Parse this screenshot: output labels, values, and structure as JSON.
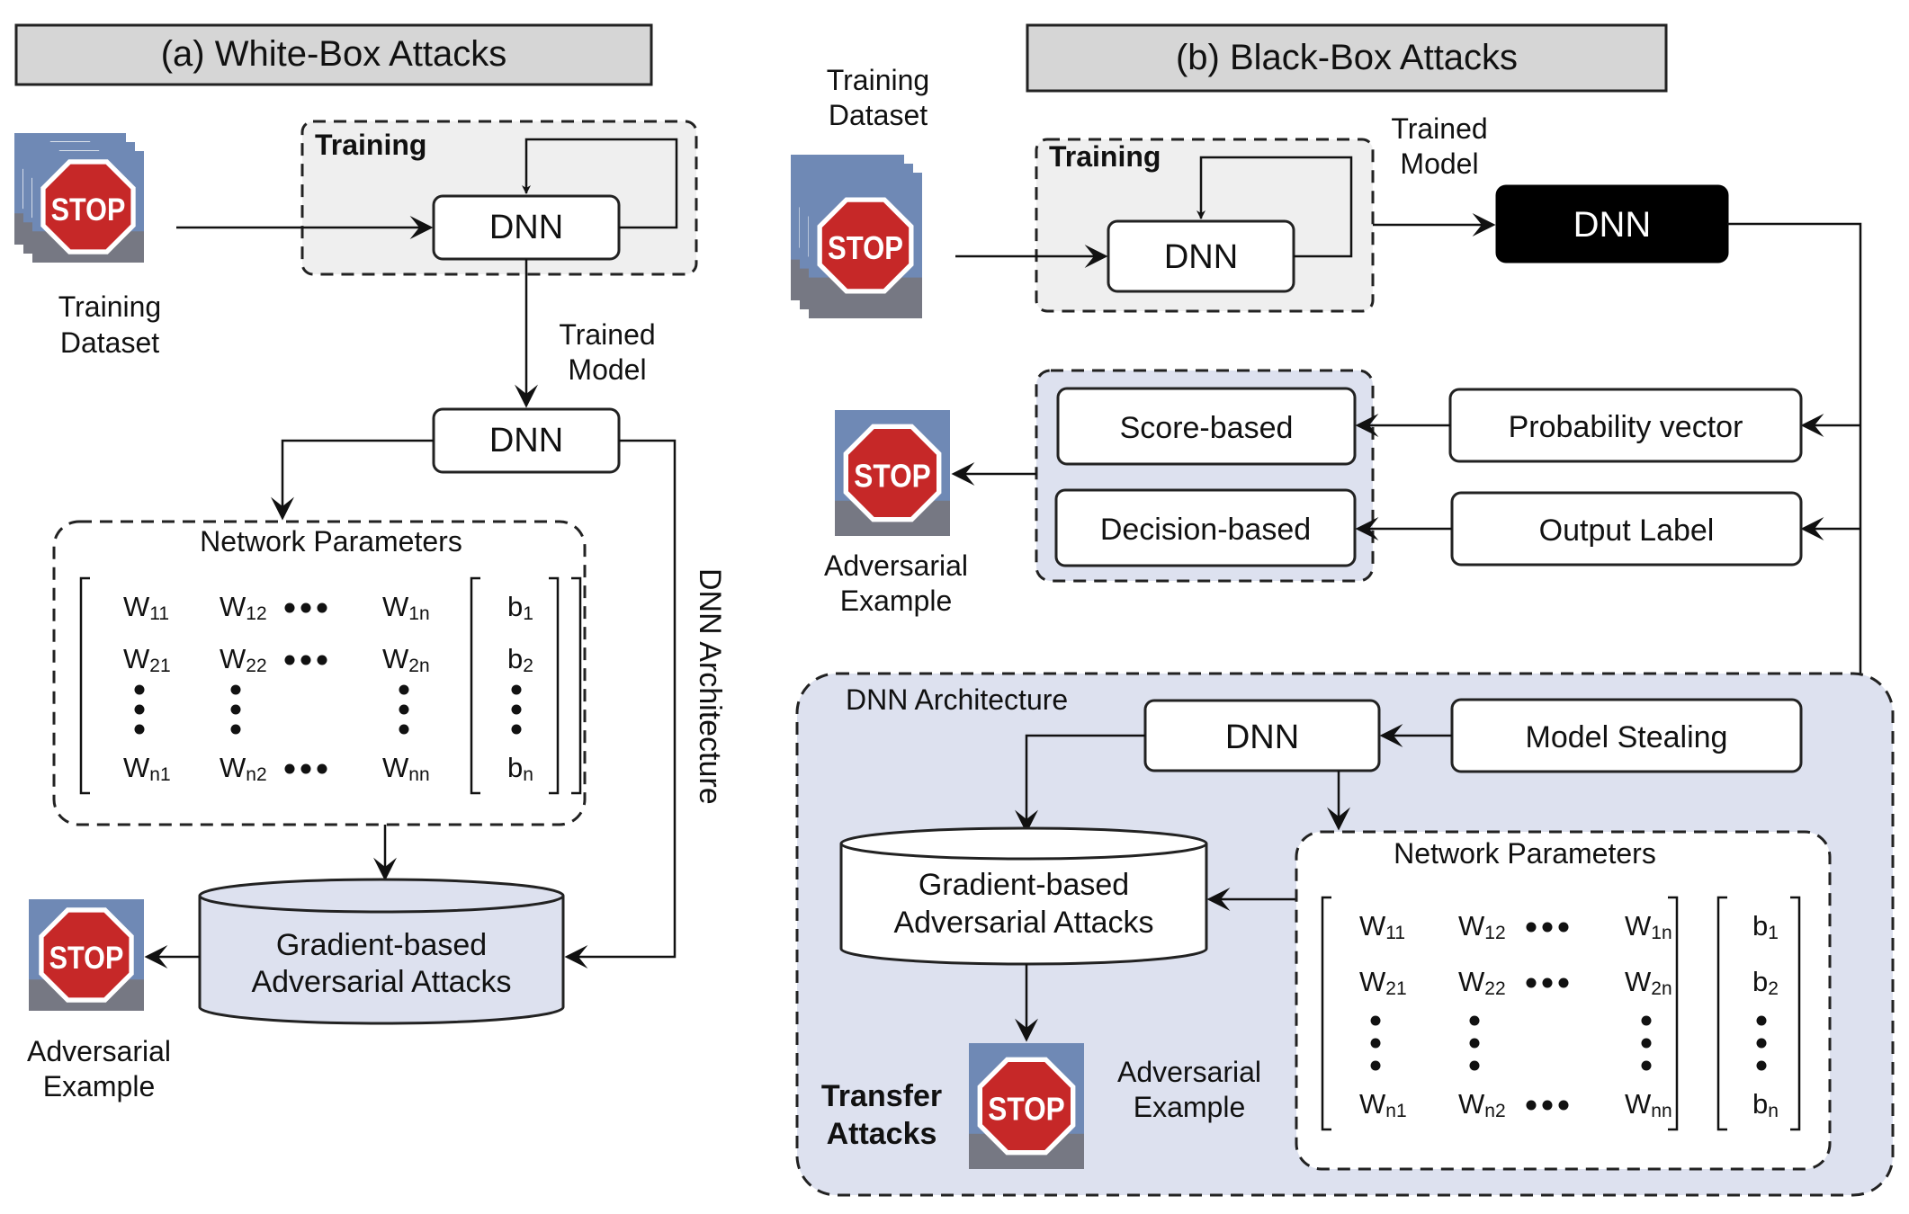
{
  "panels": {
    "white_box": {
      "title": "(a) White-Box Attacks"
    },
    "black_box": {
      "title": "(b) Black-Box Attacks"
    }
  },
  "labels": {
    "training": "Training",
    "dnn": "DNN",
    "training_dataset_l1": "Training",
    "training_dataset_l2": "Dataset",
    "trained_model_l1": "Trained",
    "trained_model_l2": "Model",
    "adversarial_example_l1": "Adversarial",
    "adversarial_example_l2": "Example",
    "network_parameters": "Network Parameters",
    "dnn_architecture": "DNN Architecture",
    "gradient_l1": "Gradient-based",
    "gradient_l2": "Adversarial Attacks",
    "score_based": "Score-based",
    "decision_based": "Decision-based",
    "probability_vector": "Probability vector",
    "output_label": "Output Label",
    "model_stealing": "Model Stealing",
    "transfer_l1": "Transfer",
    "transfer_l2": "Attacks",
    "stop_sign": "STOP"
  },
  "matrix": {
    "w": [
      [
        {
          "b": "W",
          "s": "11"
        },
        {
          "b": "W",
          "s": "12"
        },
        {
          "b": "W",
          "s": "1n"
        }
      ],
      [
        {
          "b": "W",
          "s": "21"
        },
        {
          "b": "W",
          "s": "22"
        },
        {
          "b": "W",
          "s": "2n"
        }
      ],
      [
        {
          "b": "W",
          "s": "n1"
        },
        {
          "b": "W",
          "s": "n2"
        },
        {
          "b": "W",
          "s": "nn"
        }
      ]
    ],
    "b": [
      {
        "b": "b",
        "s": "1"
      },
      {
        "b": "b",
        "s": "2"
      },
      {
        "b": "b",
        "s": "n"
      }
    ]
  },
  "colors": {
    "panel_header": "#d6d6d6",
    "training_fill": "#efefef",
    "lavender": "#dde1ef",
    "black_box_dnn": "#000000",
    "stop_red": "#c62828",
    "sky_blue": "#6f89b5"
  }
}
